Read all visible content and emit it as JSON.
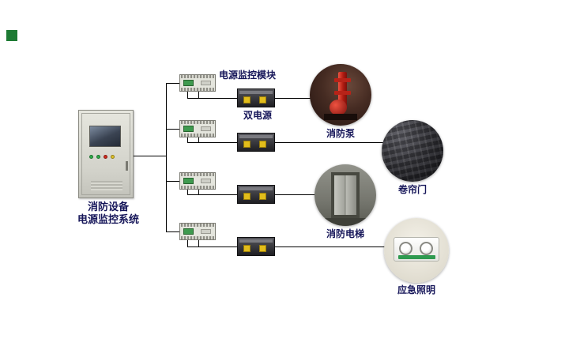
{
  "cabinet": {
    "label_line1": "消防设备",
    "label_line2": "电源监控系统"
  },
  "labels": {
    "module": "电源监控模块",
    "dual_power": "双电源"
  },
  "equipment": [
    {
      "label": "消防泵"
    },
    {
      "label": "卷帘门"
    },
    {
      "label": "消防电梯"
    },
    {
      "label": "应急照明"
    }
  ],
  "colors": {
    "label_text": "#17175a",
    "legend_green": "#1d7a33",
    "connector_line": "#000000",
    "pump_red": "#b01c12",
    "switch_yellow": "#e2bd1b",
    "module_green": "#3f9a4f"
  }
}
